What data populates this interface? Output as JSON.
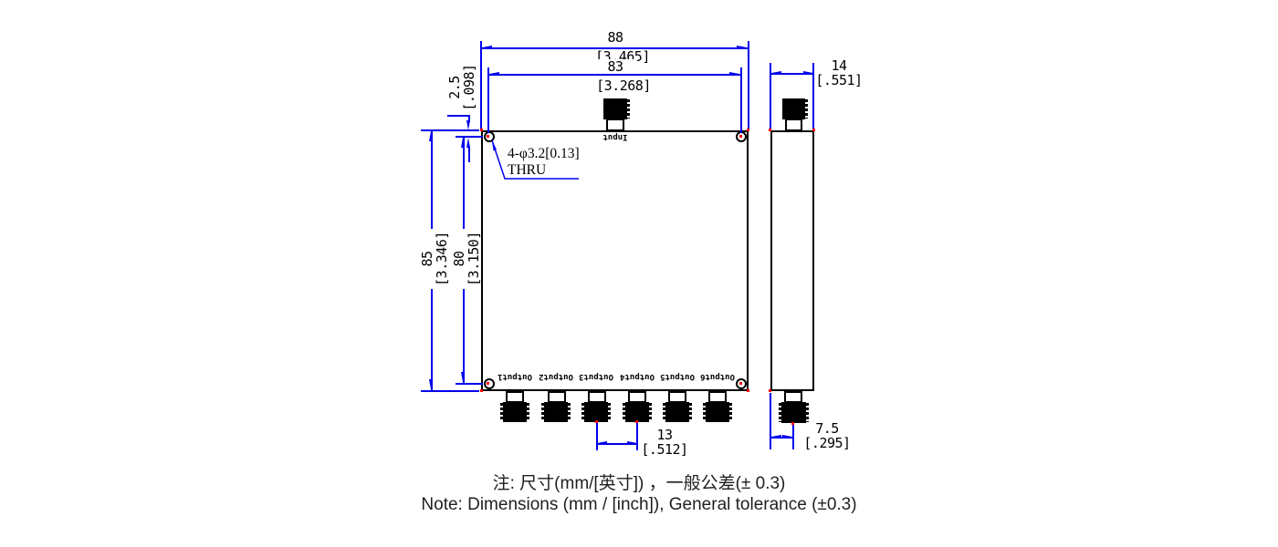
{
  "front_view": {
    "input_label": "Input",
    "output_labels": [
      "Output1",
      "Output2",
      "Output3",
      "Output4",
      "Output5",
      "Output6"
    ],
    "hole_callout": {
      "line1": "4-φ3.2[0.13]",
      "line2": "THRU"
    }
  },
  "dimensions": {
    "body_width": {
      "mm": "88",
      "inch": "[3.465]"
    },
    "mount_hole_span_x": {
      "mm": "83",
      "inch": "[3.268]"
    },
    "body_height": {
      "mm": "85",
      "inch": "[3.346]"
    },
    "mount_hole_span_y": {
      "mm": "80",
      "inch": "[3.150]"
    },
    "hole_edge_offset": {
      "mm": "2.5",
      "inch": "[.098]"
    },
    "output_pitch": {
      "mm": "13",
      "inch": "[.512]"
    },
    "side_depth": {
      "mm": "14",
      "inch": "[.551]"
    },
    "connector_offset": {
      "mm": "7.5",
      "inch": "[.295]"
    }
  },
  "notes": {
    "line_zh": "注: 尺寸(mm/[英寸]) ，一般公差(± 0.3)",
    "line_en": "Note: Dimensions (mm / [inch]), General tolerance (±0.3)"
  },
  "colors": {
    "dimension_line": "#0000ee",
    "drawing_line": "#000000",
    "defpoint": "#ff0000",
    "background": "#ffffff"
  }
}
